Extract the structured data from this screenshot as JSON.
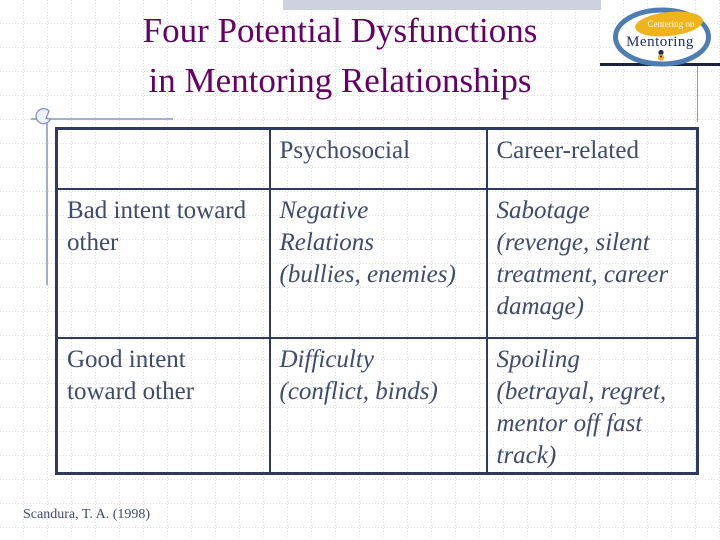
{
  "slide": {
    "title_line1": "Four Potential Dysfunctions",
    "title_line2": "in Mentoring Relationships",
    "citation": "Scandura, T. A. (1998)"
  },
  "logo": {
    "arc_text": "Centering on",
    "name": "Mentoring"
  },
  "table": {
    "header": {
      "col1": "",
      "col2": "Psychosocial",
      "col3": "Career-related"
    },
    "rows": [
      {
        "label": "Bad intent toward\nother",
        "psychosocial": "Negative\nRelations\n(bullies, enemies)",
        "career_related": "Sabotage\n(revenge, silent\ntreatment, career\ndamage)"
      },
      {
        "label": "Good intent\ntoward other",
        "psychosocial": "Difficulty\n(conflict, binds)",
        "career_related": "Spoiling\n(betrayal, regret,\nmentor off fast\ntrack)"
      }
    ]
  },
  "colors": {
    "title_purple": "#660066",
    "table_text": "#3E4A6E",
    "table_border": "#2E3A64",
    "top_band": "#CCD2E0",
    "ornament_line": "#A3B0D0",
    "logo_ring_blue": "#4D7DB3",
    "logo_gold": "#EFB41C",
    "logo_navy": "#1C2D6B",
    "logo_rule": "#1B2340"
  }
}
